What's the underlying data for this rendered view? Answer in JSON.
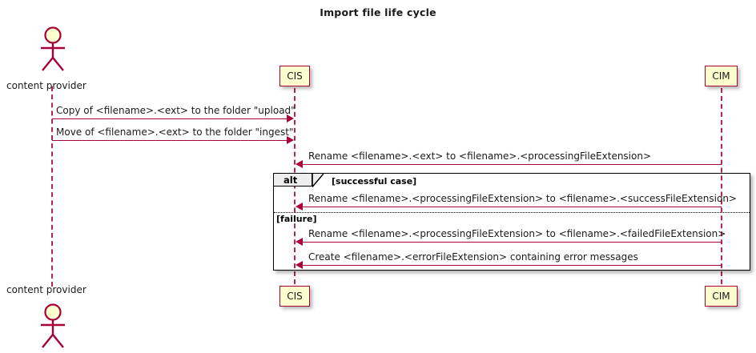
{
  "title": "Import file life cycle",
  "colors": {
    "accent": "#A80036",
    "participant_fill": "#FEFECE",
    "frame_border": "#000000",
    "tab_fill": "#EEEEEE",
    "text": "#1A1A1A"
  },
  "participants": {
    "actor": {
      "name": "content provider",
      "top_label": "content provider",
      "bottom_label": "content provider",
      "icon": "actor-stick-figure-icon"
    },
    "cis": {
      "name": "CIS",
      "top_label": "CIS",
      "bottom_label": "CIS"
    },
    "cim": {
      "name": "CIM",
      "top_label": "CIM",
      "bottom_label": "CIM"
    }
  },
  "messages": [
    {
      "id": "m1",
      "from": "content provider",
      "to": "CIS",
      "direction": "right",
      "label": "Copy of <filename>.<ext> to the folder \"upload\""
    },
    {
      "id": "m2",
      "from": "content provider",
      "to": "CIS",
      "direction": "right",
      "label": "Move of <filename>.<ext> to the folder \"ingest\""
    },
    {
      "id": "m3",
      "from": "CIM",
      "to": "CIS",
      "direction": "left",
      "label": "Rename <filename>.<ext> to <filename>.<processingFileExtension>"
    }
  ],
  "fragment": {
    "operator": "alt",
    "sections": [
      {
        "guard": "[successful case]",
        "messages": [
          {
            "id": "m4",
            "from": "CIM",
            "to": "CIS",
            "direction": "left",
            "label": "Rename <filename>.<processingFileExtension> to <filename>.<successFileExtension>"
          }
        ]
      },
      {
        "guard": "[failure]",
        "messages": [
          {
            "id": "m5",
            "from": "CIM",
            "to": "CIS",
            "direction": "left",
            "label": "Rename <filename>.<processingFileExtension> to <filename>.<failedFileExtension>"
          },
          {
            "id": "m6",
            "from": "CIM",
            "to": "CIS",
            "direction": "left",
            "label": "Create <filename>.<errorFileExtension> containing error messages"
          }
        ]
      }
    ]
  }
}
